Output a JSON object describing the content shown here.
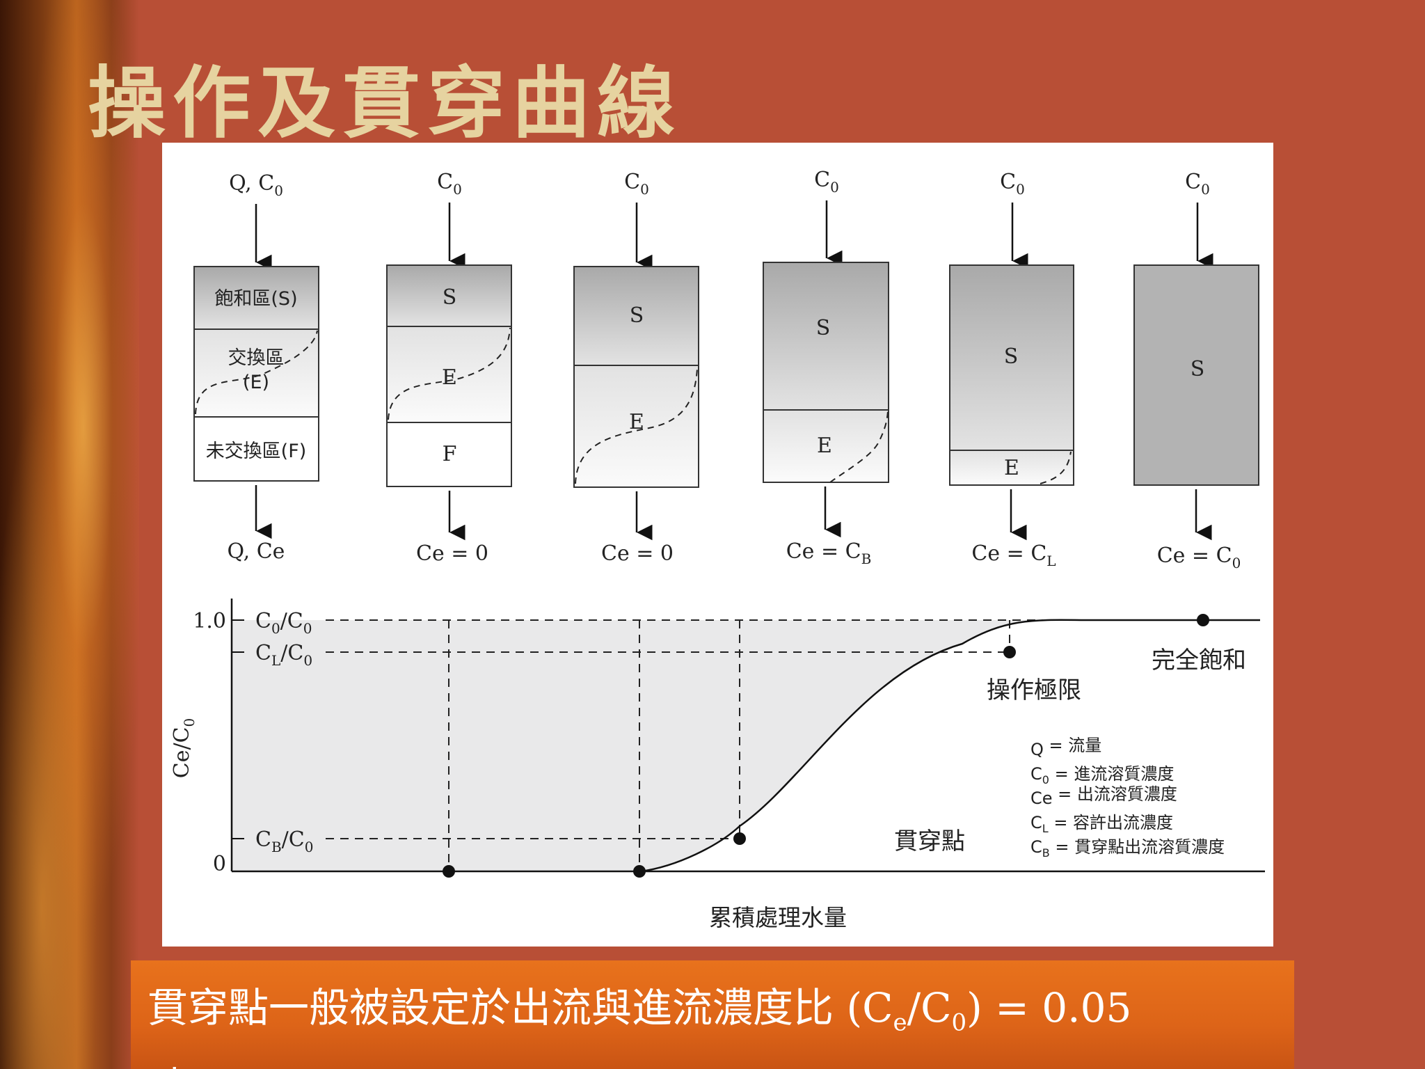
{
  "slide": {
    "title": "操作及貫穿曲線",
    "caption": {
      "text": "貫穿點一般被設定於出流與進流濃度比",
      "ratio_open": " (C",
      "ratio_sub_e": "e",
      "ratio_mid": "/C",
      "ratio_sub_0": "0",
      "ratio_close": ")",
      "equals": " = ",
      "value": "0.05",
      "line2": "時"
    }
  },
  "columns": [
    {
      "inlet": "Q, C",
      "inlet_sub": "0",
      "outlet": "Q, Ce",
      "outlet_sub": "",
      "labels": {
        "s": "飽和區(S)",
        "e1": "交換區",
        "e2": "(E)",
        "f": "未交換區(F)"
      }
    },
    {
      "inlet": "C",
      "inlet_sub": "0",
      "outlet": "Ce = 0",
      "outlet_sub": "",
      "labels": {
        "s": "S",
        "e": "E",
        "f": "F"
      }
    },
    {
      "inlet": "C",
      "inlet_sub": "0",
      "outlet": "Ce = 0",
      "outlet_sub": "",
      "labels": {
        "s": "S",
        "e": "E"
      }
    },
    {
      "inlet": "C",
      "inlet_sub": "0",
      "outlet": "Ce = C",
      "outlet_sub": "B",
      "labels": {
        "s": "S",
        "e": "E"
      }
    },
    {
      "inlet": "C",
      "inlet_sub": "0",
      "outlet": "Ce = C",
      "outlet_sub": "L",
      "labels": {
        "s": "S",
        "e": "E"
      }
    },
    {
      "inlet": "C",
      "inlet_sub": "0",
      "outlet": "Ce = C",
      "outlet_sub": "0",
      "labels": {
        "s": "S"
      }
    }
  ],
  "curve": {
    "y_ticks": {
      "top": "1.0",
      "bottom": "0"
    },
    "ylabel": "Ce/C",
    "ylabel_sub": "0",
    "xlabel": "累積處理水量",
    "levels": {
      "c0": {
        "a": "C",
        "a_sub": "0",
        "b": "/C",
        "b_sub": "0"
      },
      "cl": {
        "a": "C",
        "a_sub": "L",
        "b": "/C",
        "b_sub": "0"
      },
      "cb": {
        "a": "C",
        "a_sub": "B",
        "b": "/C",
        "b_sub": "0"
      }
    },
    "annotations": {
      "full": "完全飽和",
      "limit": "操作極限",
      "breakthrough": "貫穿點"
    },
    "legend": [
      {
        "sym": "Q",
        "sub": "",
        "desc": " = 流量"
      },
      {
        "sym": "C",
        "sub": "0",
        "desc": " = 進流溶質濃度"
      },
      {
        "sym": "Ce",
        "sub": "",
        "desc": " = 出流溶質濃度"
      },
      {
        "sym": "C",
        "sub": "L",
        "desc": " = 容許出流濃度"
      },
      {
        "sym": "C",
        "sub": "B",
        "desc": " = 貫穿點出流溶質濃度"
      }
    ]
  },
  "colors": {
    "background": "#b84f36",
    "title": "#e6d3a0",
    "caption_bar": "#e06a1a",
    "shade": "#e9e9ea"
  }
}
